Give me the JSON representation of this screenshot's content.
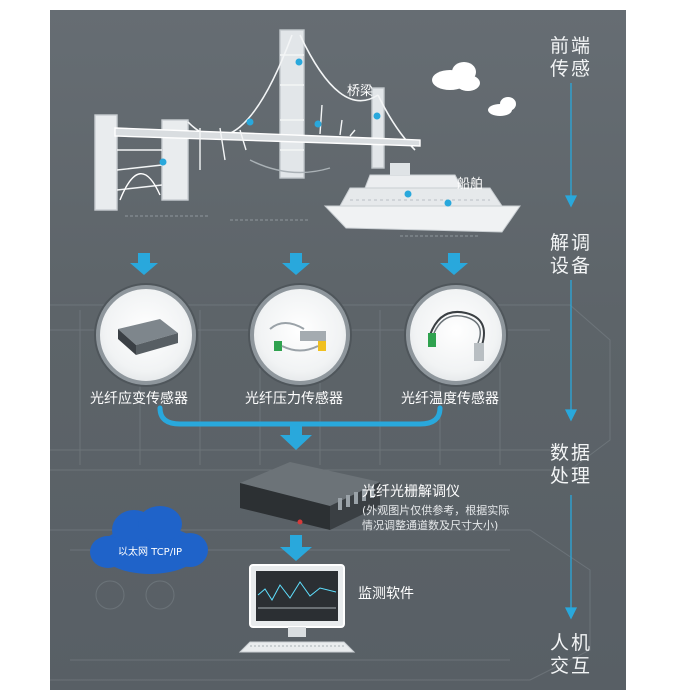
{
  "stages": [
    "前端\n传感",
    "解调\n设备",
    "数据\n处理",
    "人机\n交互"
  ],
  "scene_labels": {
    "bridge": "桥梁",
    "ship": "船舶"
  },
  "sensors": [
    {
      "label": "光纤应变传感器",
      "icon": "strain-sensor-icon"
    },
    {
      "label": "光纤压力传感器",
      "icon": "pressure-sensor-icon"
    },
    {
      "label": "光纤温度传感器",
      "icon": "temperature-sensor-icon"
    }
  ],
  "demodulator": {
    "title": "光纤光栅解调仪",
    "note_line1": "(外观图片仅供参考，根据实际",
    "note_line2": "情况调整通道数及尺寸大小)"
  },
  "ethernet": "以太网 TCP/IP",
  "software": "监测软件",
  "colors": {
    "panel": "#5f666c",
    "accent": "#29a8dc",
    "text": "#ffffff"
  }
}
